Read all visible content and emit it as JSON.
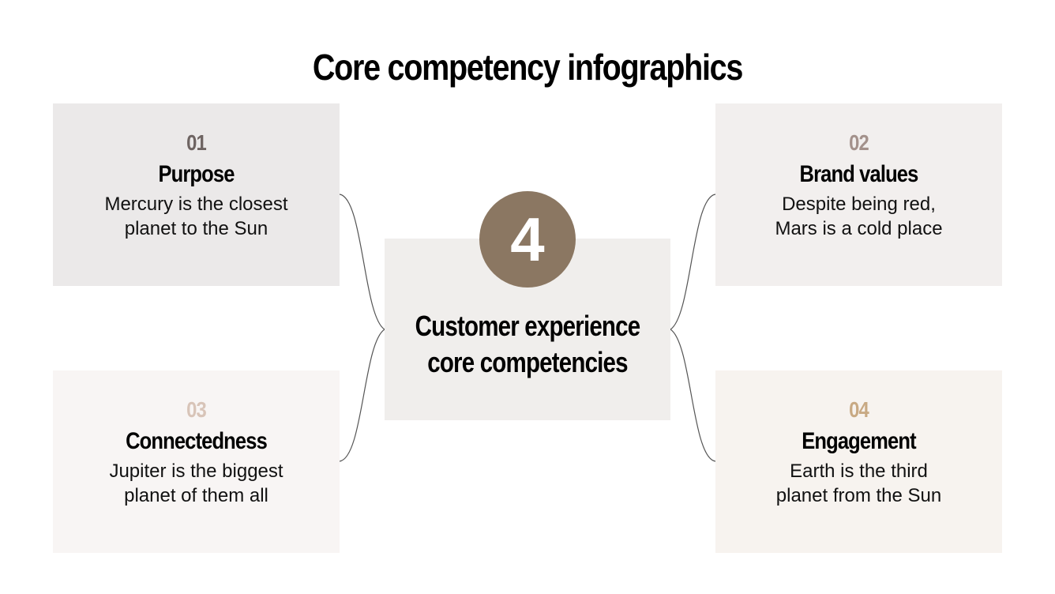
{
  "title": "Core competency infographics",
  "center": {
    "number": "4",
    "text_line1": "Customer experience",
    "text_line2": "core competencies",
    "circle_color": "#8b7762",
    "box_color": "#f0eeec"
  },
  "cards": [
    {
      "number": "01",
      "title": "Purpose",
      "desc_line1": "Mercury is the closest",
      "desc_line2": "planet to the Sun",
      "bg": "#ebe9e9",
      "number_color": "#6e6462"
    },
    {
      "number": "02",
      "title": "Brand values",
      "desc_line1": "Despite being red,",
      "desc_line2": "Mars is a cold place",
      "bg": "#f2efee",
      "number_color": "#a3918b"
    },
    {
      "number": "03",
      "title": "Connectedness",
      "desc_line1": "Jupiter is the biggest",
      "desc_line2": "planet of them all",
      "bg": "#f8f5f4",
      "number_color": "#d8c4b8"
    },
    {
      "number": "04",
      "title": "Engagement",
      "desc_line1": "Earth is the third",
      "desc_line2": "planet from the Sun",
      "bg": "#f7f3ef",
      "number_color": "#c8a983"
    }
  ]
}
